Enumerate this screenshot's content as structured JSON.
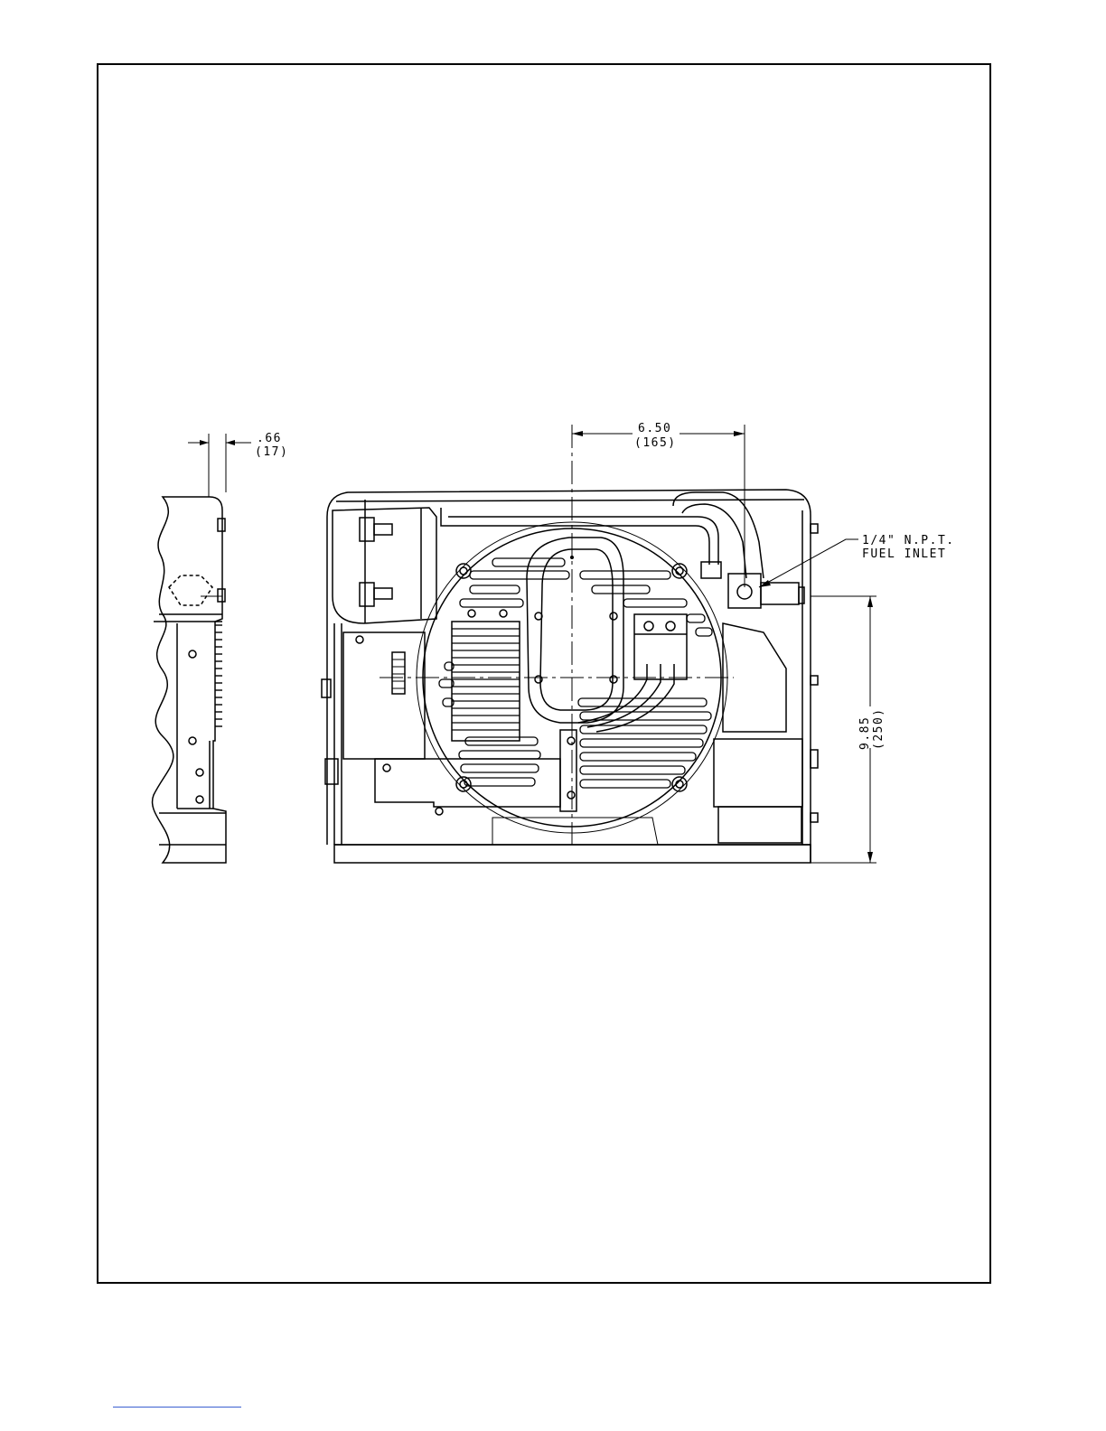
{
  "drawing": {
    "side_view": {
      "offset_dim_in": ".66",
      "offset_dim_mm": "(17)"
    },
    "front_view": {
      "horizontal_dim_in": "6.50",
      "horizontal_dim_mm": "(165)",
      "vertical_dim_in": "9.85",
      "vertical_dim_mm": "(250)",
      "callout_line1": "1/4\" N.P.T.",
      "callout_line2": "FUEL INLET"
    }
  },
  "colors": {
    "line": "#000000",
    "background": "#ffffff",
    "footer_rule": "#3b5fd0"
  }
}
